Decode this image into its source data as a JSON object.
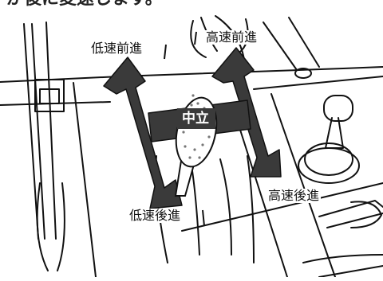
{
  "caption_top": "が後に変速します。",
  "labels": {
    "low_forward": "低速前進",
    "high_forward": "高速前進",
    "neutral": "中立",
    "low_reverse": "低速後進",
    "high_reverse": "高速後進"
  },
  "colors": {
    "arrow_fill": "#3a3a3a",
    "line": "#111111",
    "knob_dots": "#777777",
    "background": "#ffffff"
  },
  "icons": {
    "shift_pattern": "h-shift-pattern-arrows",
    "lever": "shift-lever-icon",
    "joystick": "joystick-icon"
  }
}
